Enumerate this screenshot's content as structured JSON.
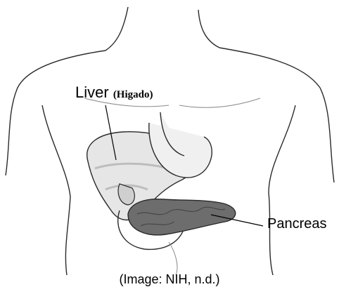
{
  "labels": {
    "liver": "Liver",
    "liver_spanish": "(Higado)",
    "pancreas": "Pancreas"
  },
  "caption": "(Image: NIH, n.d.)",
  "colors": {
    "line": "#2a2a2a",
    "shade": "#bdbdbd",
    "pancreas_fill": "#6d6d6d"
  }
}
